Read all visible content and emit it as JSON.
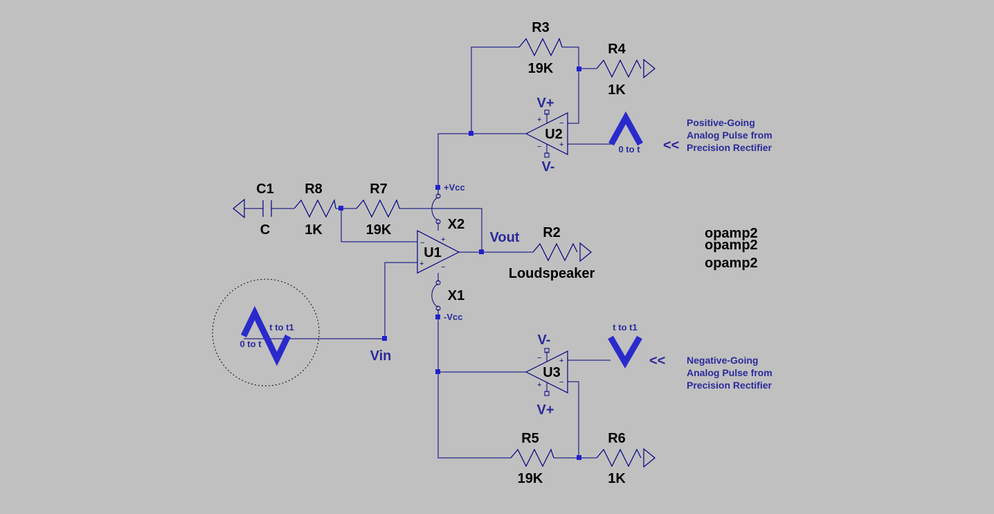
{
  "components": {
    "r1": {
      "ref": "R3",
      "value": "19K"
    },
    "r2": {
      "ref": "R4",
      "value": "1K"
    },
    "r5": {
      "ref": "R5",
      "value": "19K"
    },
    "r6": {
      "ref": "R6",
      "value": "1K"
    },
    "r7": {
      "ref": "R7",
      "value": "19K"
    },
    "r8": {
      "ref": "R8",
      "value": "1K"
    },
    "c1": {
      "ref": "C1",
      "value": "C"
    },
    "load": {
      "ref": "R2",
      "value": "Loudspeaker"
    }
  },
  "opamps": {
    "u1": "U1",
    "u2": "U2",
    "u3": "U3",
    "pin_plus": "+",
    "pin_minus": "−"
  },
  "supplies": {
    "x1": "X1",
    "x2": "X2",
    "vcc_pos": "+Vcc",
    "vcc_neg": "-Vcc",
    "u2_pos": "V+",
    "u2_neg": "V-",
    "u3_neg": "V-",
    "u3_pos": "V+"
  },
  "nets": {
    "vout": "Vout",
    "vin": "Vin"
  },
  "sources": {
    "vin_a": "0 to t",
    "vin_b": "t to t1",
    "pos_pulse": "0 to t",
    "neg_pulse": "t to t1"
  },
  "notes": {
    "pos_line1": "Positive-Going",
    "pos_line2": "Analog Pulse from",
    "pos_line3": "Precision Rectifier",
    "neg_line1": "Negative-Going",
    "neg_line2": "Analog Pulse from",
    "neg_line3": "Precision Rectifier",
    "arrow": "<<"
  },
  "stray": [
    "opamp2",
    "opamp2",
    "opamp2"
  ]
}
